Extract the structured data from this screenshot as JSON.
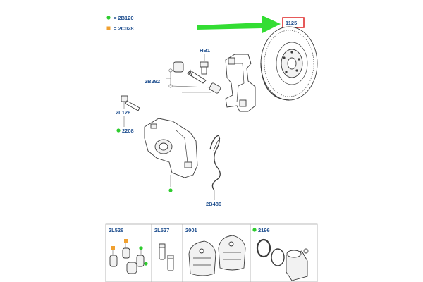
{
  "colors": {
    "label": "#1f4f8f",
    "green_dot": "#2ecc2e",
    "orange_square": "#f0a030",
    "arrow": "#33dd33",
    "highlight_box": "#dd2222",
    "panel_border": "#aaaaaa"
  },
  "legend": {
    "green_item": "= 2B120",
    "orange_item": "= 2C028"
  },
  "labels": {
    "rotor": "1125",
    "bolt": "HB1",
    "guide_pins": "2B292",
    "bleed_screw": "2L126",
    "bleed_kit": "2208",
    "spring_clip": "2B486"
  },
  "kits": [
    {
      "label": "2L526"
    },
    {
      "label": "2L527"
    },
    {
      "label": "2001"
    },
    {
      "label": "2196"
    }
  ]
}
